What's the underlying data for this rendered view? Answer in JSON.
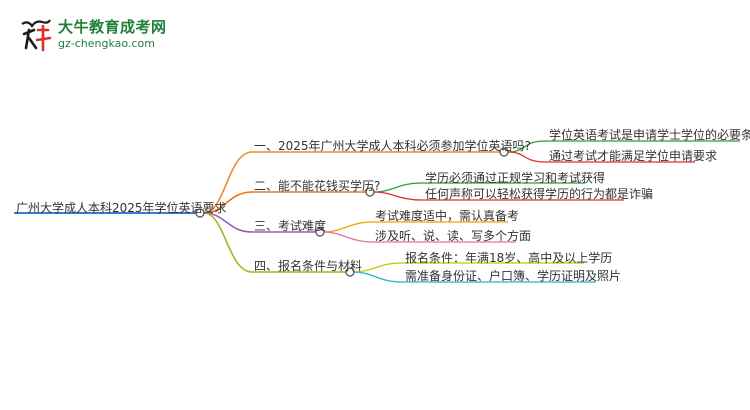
{
  "brand": {
    "name": "大牛教育成考网",
    "url": "gz-chengkao.com"
  },
  "mindmap": {
    "root": {
      "label": "广州大学成人本科2025年学位英语要求"
    },
    "branches": [
      {
        "label": "一、2025年广州大学成人本科必须参加学位英语吗?",
        "color": "#f08a24",
        "children": [
          "学位英语考试是申请学士学位的必要条件",
          "通过考试才能满足学位申请要求"
        ]
      },
      {
        "label": "二、能不能花钱买学历?",
        "color": "#e8791d",
        "children": [
          "学历必须通过正规学习和考试获得",
          "任何声称可以轻松获得学历的行为都是诈骗"
        ]
      },
      {
        "label": "三、考试难度",
        "color": "#9b59b6",
        "children": [
          "考试难度适中，需认真备考",
          "涉及听、说、读、写多个方面"
        ]
      },
      {
        "label": "四、报名条件与材料",
        "color": "#a0b820",
        "children": [
          "报名条件：年满18岁、高中及以上学历",
          "需准备身份证、户口簿、学历证明及照片"
        ]
      }
    ],
    "child_colors": [
      [
        "#2e9e3e",
        "#d9302a"
      ],
      [
        "#2e9e3e",
        "#d9302a"
      ],
      [
        "#f0a000",
        "#e070b0"
      ],
      [
        "#c8c800",
        "#2ab0c0"
      ]
    ],
    "root_color": "#3a7bd5"
  }
}
